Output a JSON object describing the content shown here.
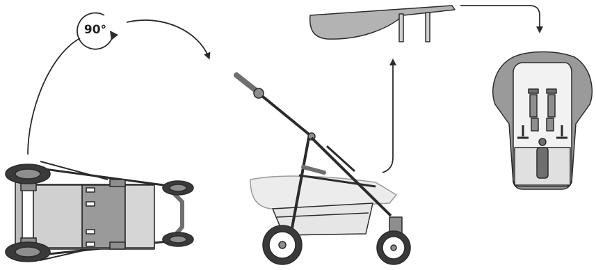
{
  "rotation": {
    "label": "90°"
  },
  "colors": {
    "stroke": "#2b2b2b",
    "fill_light": "#e6e6e6",
    "fill_mid": "#bdbdbd",
    "fill_dark": "#8e8e8e",
    "fill_darker": "#6f6f6f",
    "tire": "#3a3a3a",
    "background": "#ffffff"
  },
  "steps": [
    {
      "name": "folded-stroller-underside"
    },
    {
      "name": "stroller-side-view"
    },
    {
      "name": "canopy-removed"
    },
    {
      "name": "seat-pad-with-harness"
    }
  ]
}
